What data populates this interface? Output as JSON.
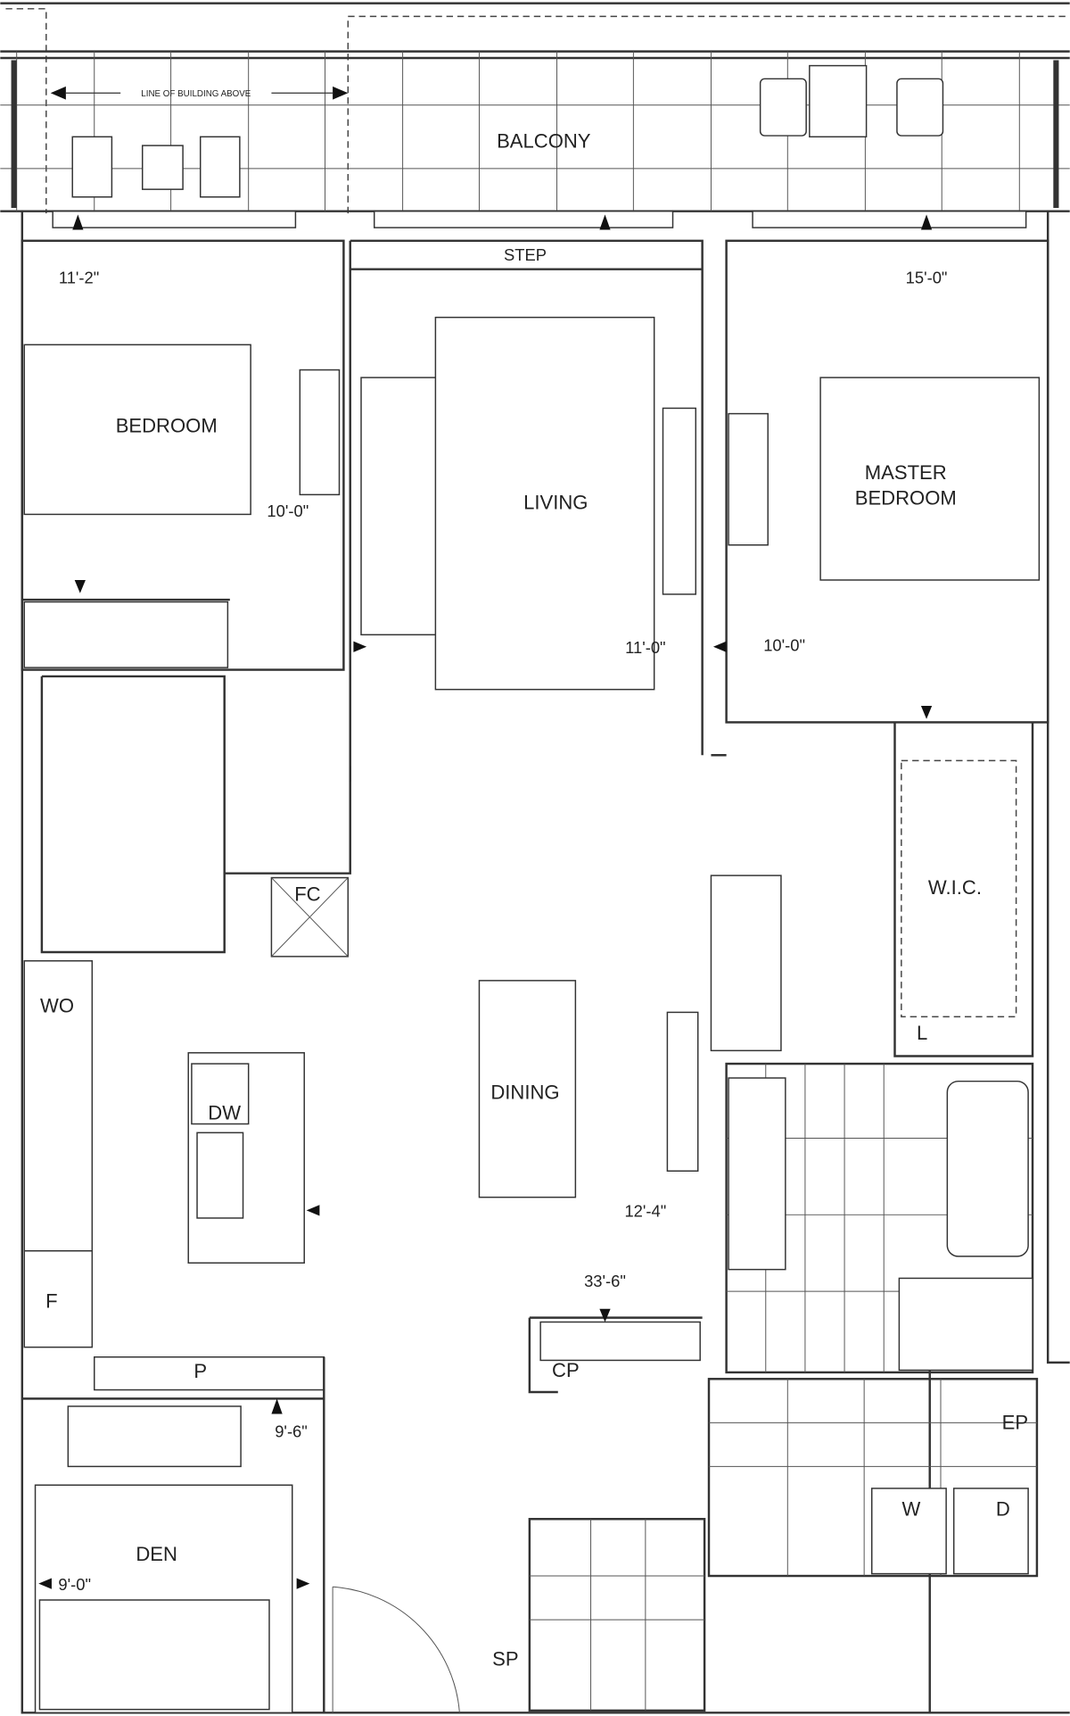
{
  "plan": {
    "note": "LINE OF BUILDING ABOVE",
    "step": "STEP",
    "rooms": {
      "balcony": "BALCONY",
      "bedroom": "BEDROOM",
      "living": "LIVING",
      "master_1": "MASTER",
      "master_2": "BEDROOM",
      "wic": "W.I.C.",
      "linen": "L",
      "fc": "FC",
      "wo": "WO",
      "dw": "DW",
      "dining": "DINING",
      "fridge": "F",
      "pantry": "P",
      "cp": "CP",
      "ep": "EP",
      "washer": "W",
      "dryer": "D",
      "den": "DEN",
      "sp": "SP"
    },
    "dimensions": {
      "bedroom_w": "11'-2\"",
      "bedroom_d": "10'-0\"",
      "living_w": "11'-0\"",
      "master_d": "10'-0\"",
      "master_w": "15'-0\"",
      "dining": "12'-4\"",
      "overall": "33'-6\"",
      "den_d": "9'-6\"",
      "den_w": "9'-0\""
    }
  }
}
